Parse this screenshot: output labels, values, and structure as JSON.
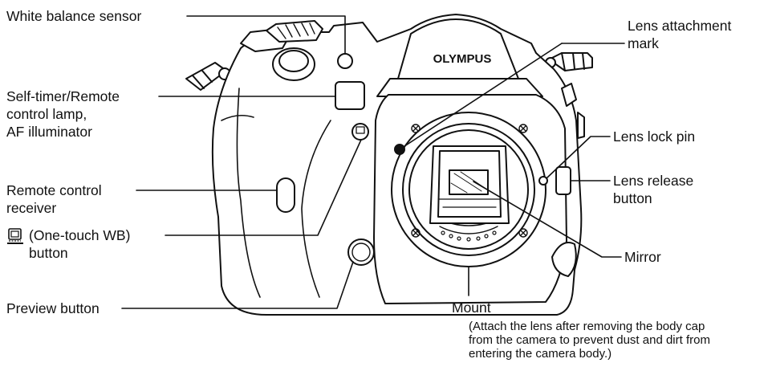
{
  "brand": "OLYMPUS",
  "labels": {
    "wb_sensor": "White balance sensor",
    "self_timer": "Self-timer/Remote\ncontrol lamp,\nAF illuminator",
    "remote_receiver": "Remote control\nreceiver",
    "one_touch_wb": "(One-touch WB)\nbutton",
    "preview": "Preview button",
    "lens_attach_mark": "Lens attachment\nmark",
    "lens_lock_pin": "Lens lock pin",
    "lens_release": "Lens release\nbutton",
    "mirror": "Mirror",
    "mount": "Mount"
  },
  "mount_note": "(Attach the lens after removing the body cap\nfrom the camera to prevent dust and dirt from\nentering the camera body.)",
  "icons": {
    "one_touch_wb": "one-touch-wb-icon"
  }
}
